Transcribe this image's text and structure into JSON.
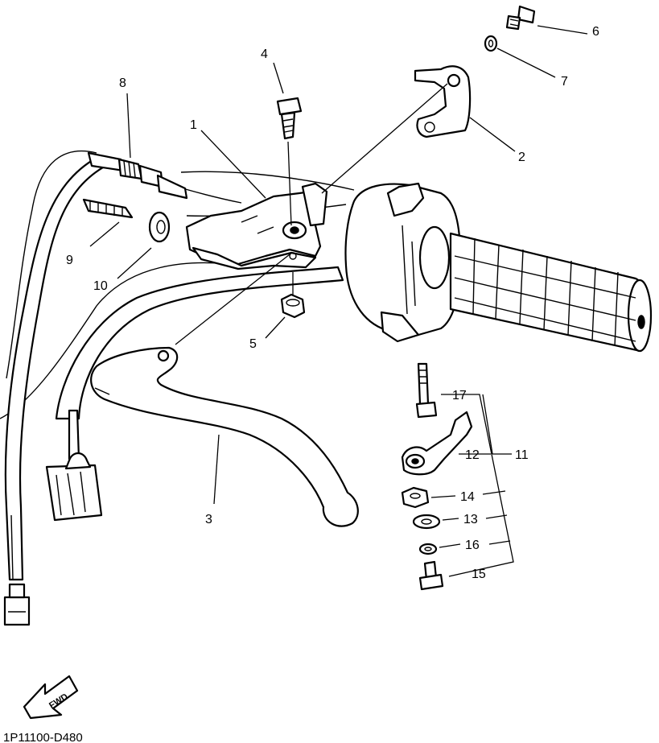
{
  "diagram": {
    "drawing_code": "1P11100-D480",
    "direction_badge": "FWD",
    "callouts": [
      "1",
      "2",
      "3",
      "4",
      "5",
      "6",
      "7",
      "8",
      "9",
      "10",
      "11",
      "12",
      "13",
      "14",
      "15",
      "16",
      "17"
    ]
  }
}
